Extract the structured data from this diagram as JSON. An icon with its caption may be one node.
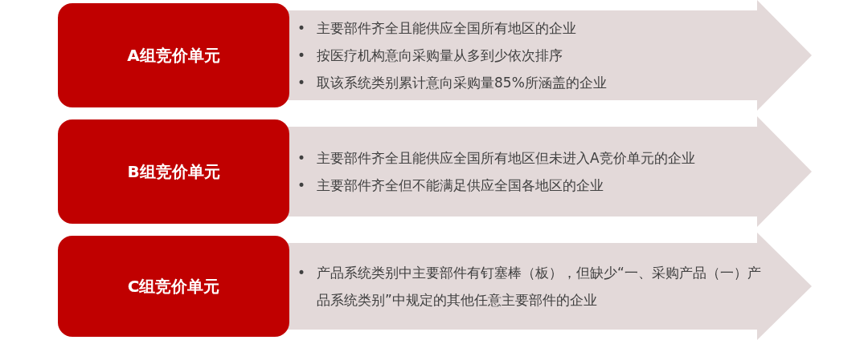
{
  "diagram": {
    "nodes": [
      {
        "text": [
          "A组竞价单元"
        ]
      },
      {
        "text": [
          "主要部件齐全且能供应全国所有地区的企业",
          "按医疗机构意向采购量从多到少依次排序",
          "取该系统类别累计意向采购量85%所涵盖的企业"
        ]
      },
      {
        "text": [
          "B组竞价单元"
        ]
      },
      {
        "text": [
          "主要部件齐全且能供应全国所有地区但未进入A竞价单元的企业",
          "主要部件齐全但不能满足供应全国各地区的企业"
        ]
      },
      {
        "text": [
          "C组竞价单元"
        ]
      },
      {
        "text": [
          "产品系统类别中主要部件有钉塞棒（板），但缺少“一、采购产品（一）产品系统类别”中规定的其他任意主要部件的企业"
        ]
      }
    ],
    "edges": [],
    "labels": [
      "•",
      "•",
      "•",
      "•",
      "•",
      "•"
    ]
  }
}
